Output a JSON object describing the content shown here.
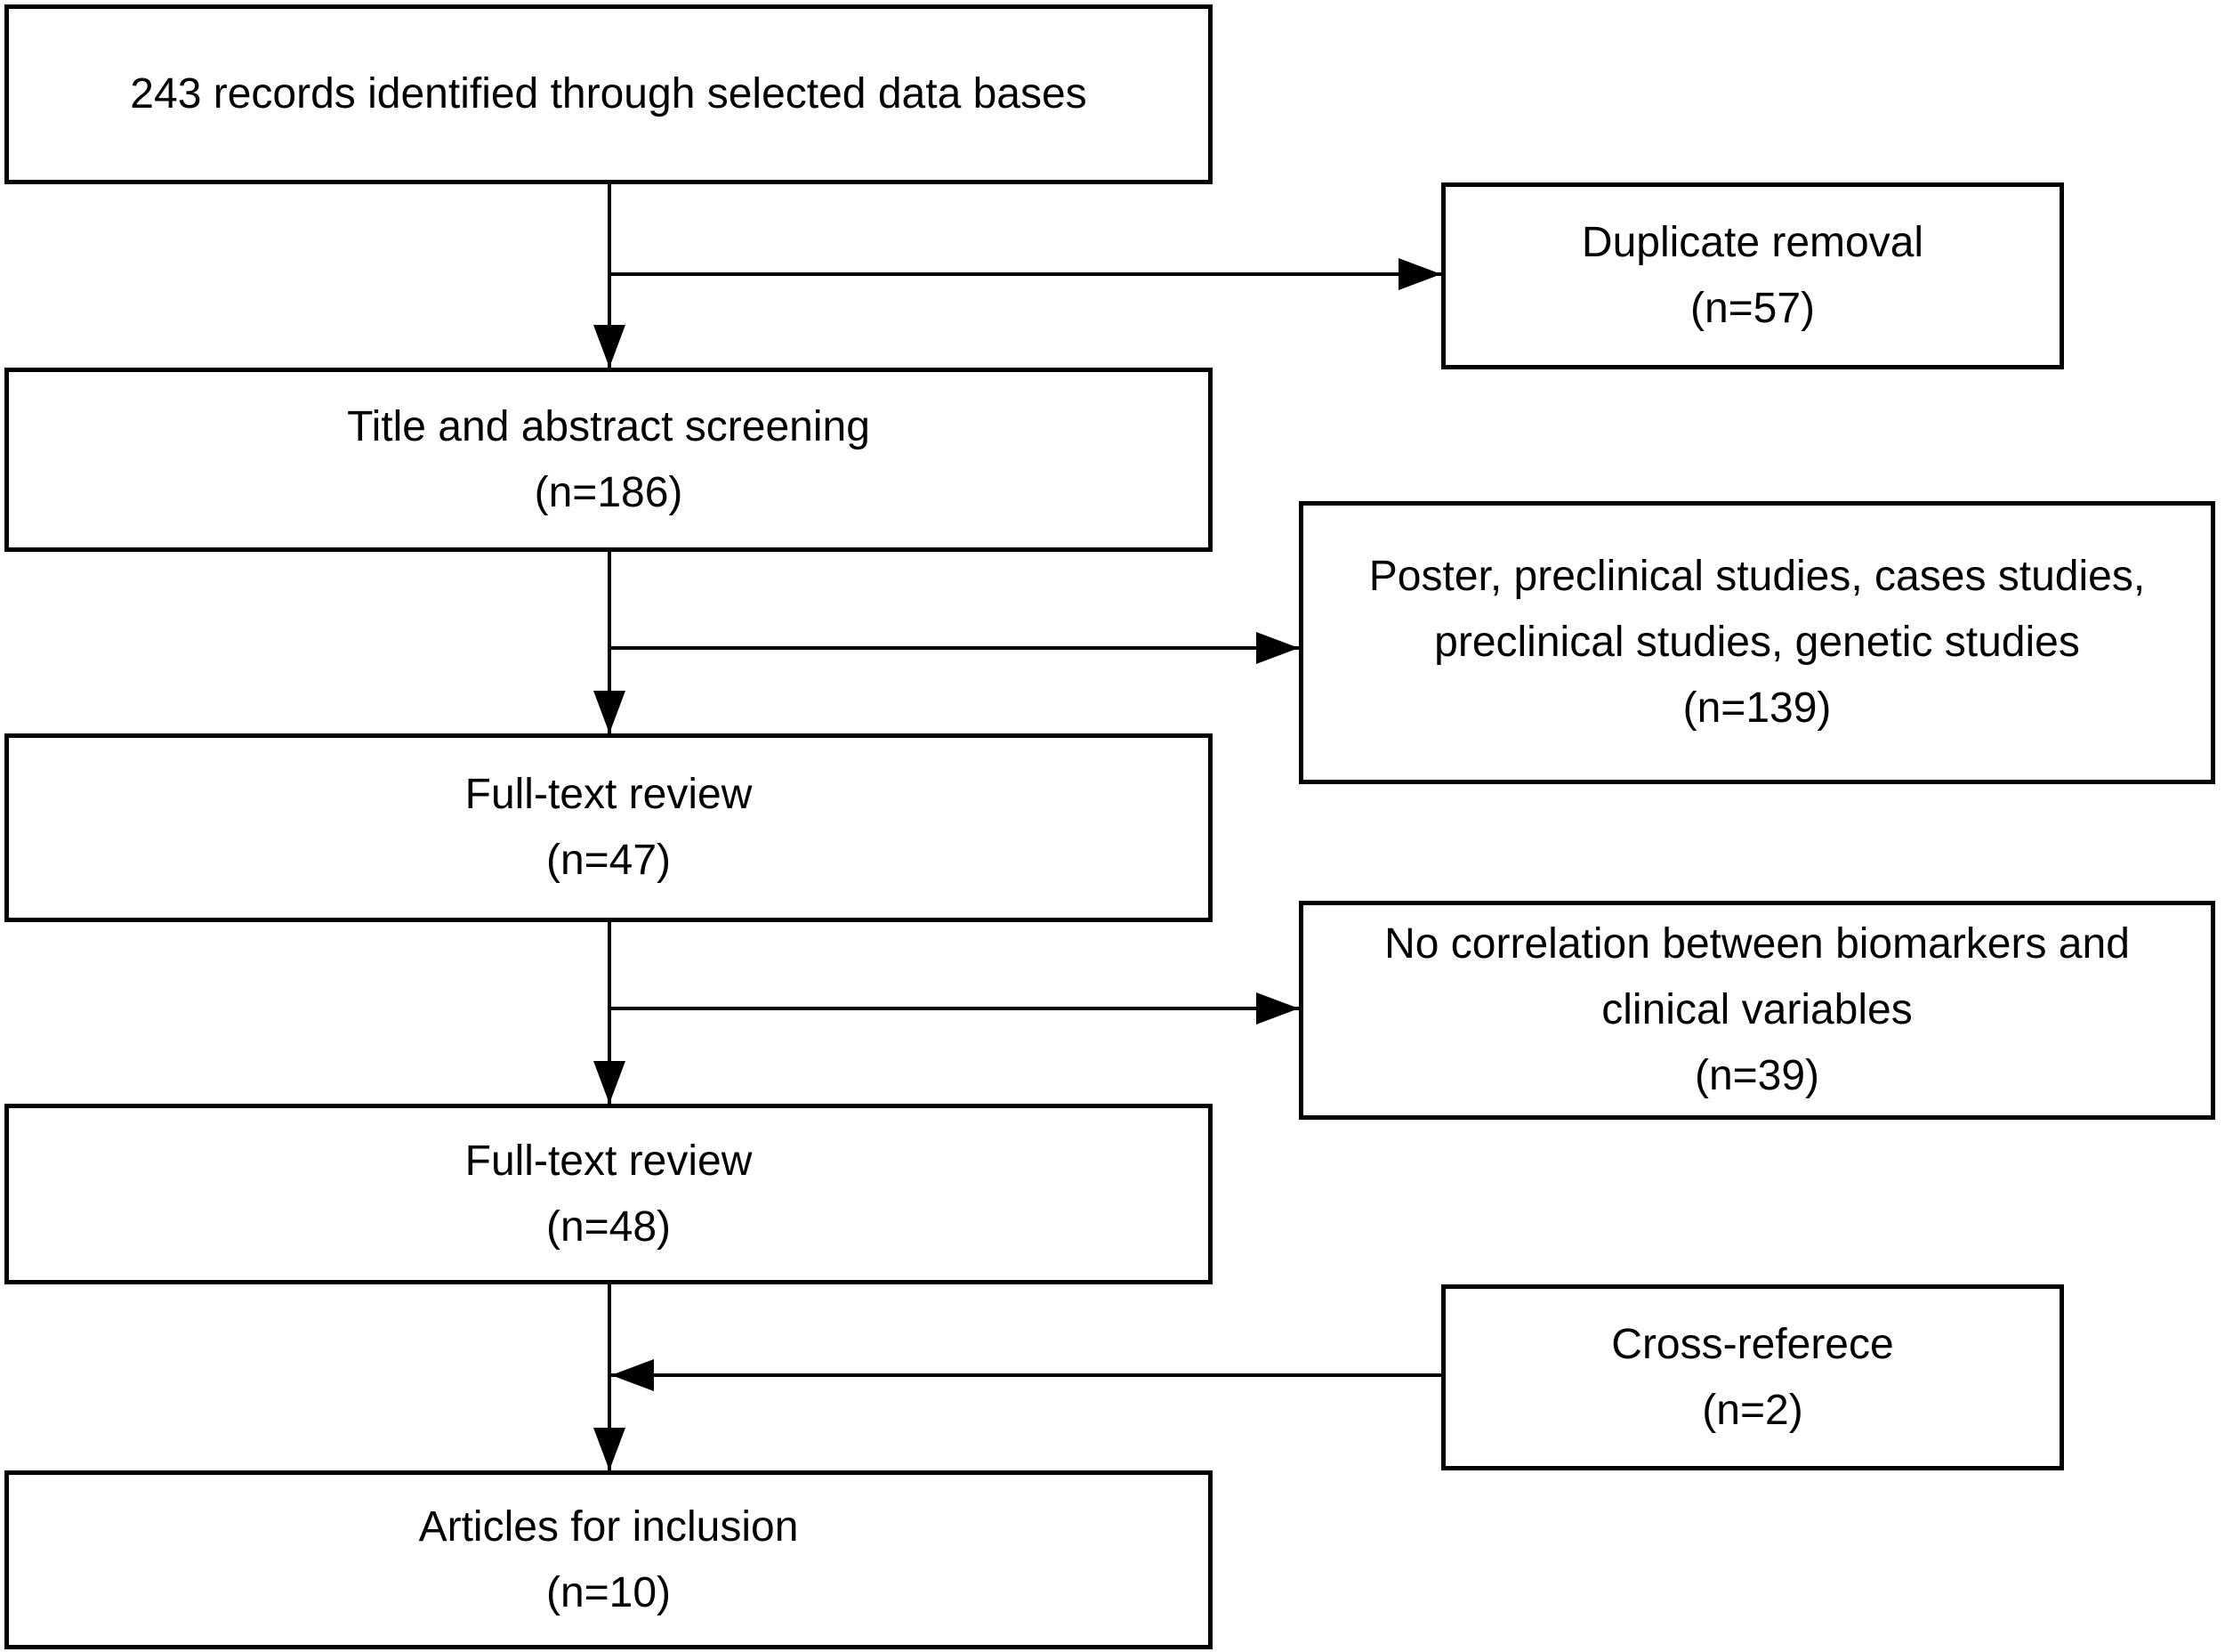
{
  "diagram": {
    "type": "study-selection-flowchart",
    "colors": {
      "background": "#ffffff",
      "border": "#000000",
      "text": "#000000",
      "connector": "#000000"
    },
    "boxes": {
      "records": {
        "line1": "243 records identified through selected data bases"
      },
      "duplicate_removal": {
        "line1": "Duplicate removal",
        "line2": "(n=57)"
      },
      "title_abstract_screening": {
        "line1": "Title and abstract screening",
        "line2": "(n=186)"
      },
      "poster_exclusion": {
        "line1": "Poster, preclinical studies, cases studies,",
        "line2": "preclinical studies, genetic studies",
        "line3": "(n=139)"
      },
      "full_text_review_47": {
        "line1": "Full-text review",
        "line2": "(n=47)"
      },
      "no_correlation_exclusion": {
        "line1": "No correlation between biomarkers and",
        "line2": "clinical variables",
        "line3": "(n=39)"
      },
      "full_text_review_48": {
        "line1": "Full-text review",
        "line2": "(n=48)"
      },
      "cross_reference": {
        "line1": "Cross-referece",
        "line2": "(n=2)"
      },
      "articles_for_inclusion": {
        "line1": "Articles for inclusion",
        "line2": "(n=10)"
      }
    }
  }
}
